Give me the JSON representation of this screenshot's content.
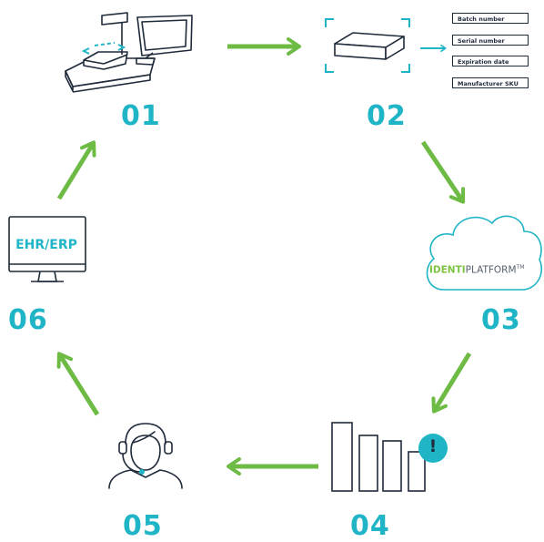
{
  "colors": {
    "teal": "#1fb5c6",
    "green": "#6dbb45",
    "dark": "#1f2a3a"
  },
  "steps": [
    {
      "num": "01",
      "icon": "scanner-workstation-icon"
    },
    {
      "num": "02",
      "icon": "scanned-package-icon"
    },
    {
      "num": "03",
      "icon": "cloud-platform-icon"
    },
    {
      "num": "04",
      "icon": "inventory-alert-icon"
    },
    {
      "num": "05",
      "icon": "support-agent-icon"
    },
    {
      "num": "06",
      "icon": "computer-monitor-icon"
    }
  ],
  "data_fields": [
    "Batch number",
    "Serial number",
    "Expiration date",
    "Manufacturer SKU"
  ],
  "cloud": {
    "brand_a": "IDENTI",
    "brand_b": "PLATFORM",
    "tm": "TM"
  },
  "monitor_label": "EHR/ERP",
  "alert_symbol": "!"
}
